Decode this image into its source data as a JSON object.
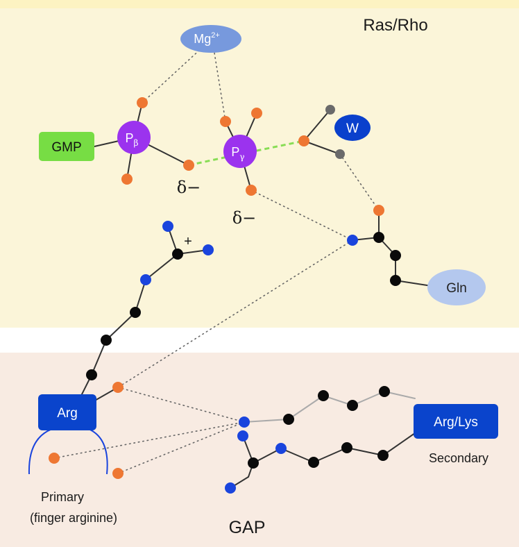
{
  "regions": {
    "top": {
      "label": "Ras/Rho",
      "color": "#fbf5d9"
    },
    "bottom": {
      "label": "GAP",
      "color": "#f8ebe2"
    }
  },
  "labels": {
    "mg": "Mg",
    "mg_sup": "2+",
    "gmp": "GMP",
    "p_beta": "P",
    "p_beta_sub": "β",
    "p_gamma": "P",
    "p_gamma_sub": "γ",
    "w": "W",
    "gln": "Gln",
    "delta1": "δ−",
    "delta2": "δ−",
    "plus": "+",
    "arg": "Arg",
    "arg_lys": "Arg/Lys",
    "primary_line1": "Primary",
    "primary_line2": "(finger arginine)",
    "secondary": "Secondary"
  },
  "colors": {
    "oxygen": "#ee7733",
    "nitrogen": "#1a44dd",
    "carbon": "#0a0a0a",
    "water_h": "#6a6a6a",
    "phosphorus": "#9b33ee",
    "gmp": "#77dd44",
    "w": "#0a40cc",
    "mg": "#7799dd",
    "gln": "#b4c8ee",
    "box_blue": "#0a44cc",
    "h_bond": "#88dd55"
  }
}
